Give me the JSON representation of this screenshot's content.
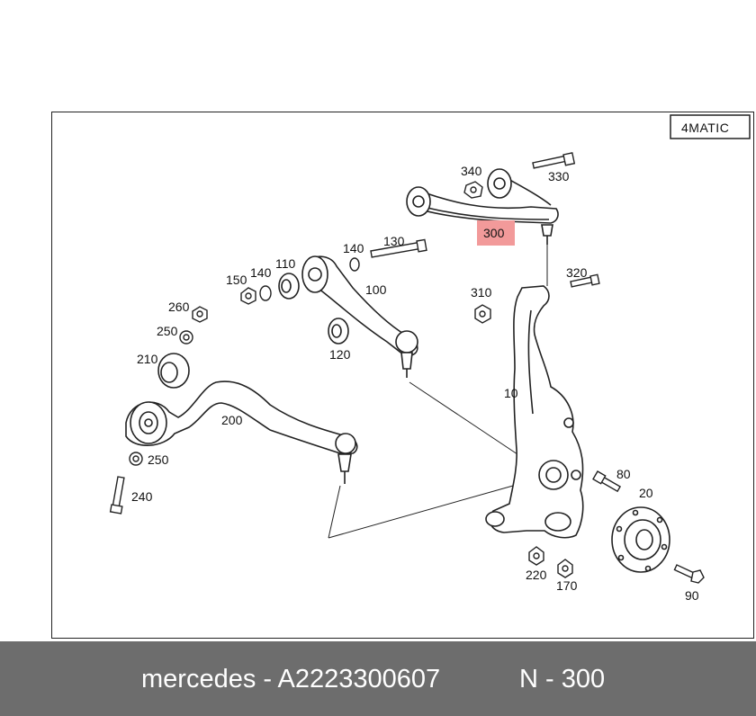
{
  "badge": {
    "text": "4MATIC"
  },
  "highlight_color": "#f29a9a",
  "footer_bg": "#6d6d6d",
  "parts": [
    {
      "id": "p300",
      "label": "300",
      "highlighted": true
    },
    {
      "id": "p340",
      "label": "340"
    },
    {
      "id": "p330",
      "label": "330"
    },
    {
      "id": "p130",
      "label": "130"
    },
    {
      "id": "p140a",
      "label": "140"
    },
    {
      "id": "p150",
      "label": "150"
    },
    {
      "id": "p140b",
      "label": "140"
    },
    {
      "id": "p110",
      "label": "110"
    },
    {
      "id": "p100",
      "label": "100"
    },
    {
      "id": "p120",
      "label": "120"
    },
    {
      "id": "p310",
      "label": "310"
    },
    {
      "id": "p320",
      "label": "320"
    },
    {
      "id": "p260",
      "label": "260"
    },
    {
      "id": "p250a",
      "label": "250"
    },
    {
      "id": "p210",
      "label": "210"
    },
    {
      "id": "p200",
      "label": "200"
    },
    {
      "id": "p250b",
      "label": "250"
    },
    {
      "id": "p240",
      "label": "240"
    },
    {
      "id": "p10",
      "label": "10"
    },
    {
      "id": "p80",
      "label": "80"
    },
    {
      "id": "p20",
      "label": "20"
    },
    {
      "id": "p220",
      "label": "220"
    },
    {
      "id": "p170",
      "label": "170"
    },
    {
      "id": "p90",
      "label": "90"
    }
  ],
  "footer": {
    "brand_part": "mercedes - A2223300607",
    "ref": "N - 300"
  }
}
